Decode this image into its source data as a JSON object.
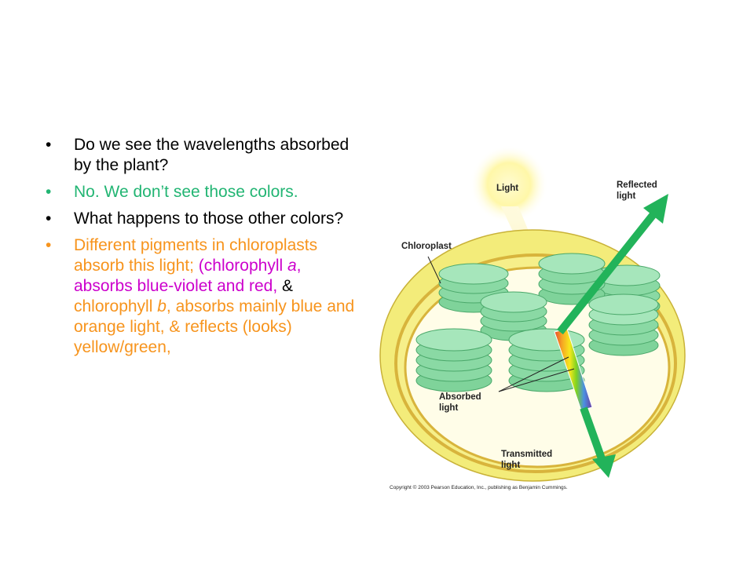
{
  "bullets": [
    {
      "color": "#000000",
      "dot": "•",
      "segments": [
        {
          "text": "Do we see the wavelengths absorbed by the plant?"
        }
      ]
    },
    {
      "color": "#22b573",
      "dot": "•",
      "segments": [
        {
          "text": "No.  We don’t see those colors."
        }
      ]
    },
    {
      "color": "#000000",
      "dot": "•",
      "segments": [
        {
          "text": "What happens to those other colors?"
        }
      ]
    },
    {
      "color": "#f7941d",
      "dot": "•",
      "segments": [
        {
          "text": "Different pigments in chloroplasts absorb this light; "
        },
        {
          "text": "(chlorophyll ",
          "color": "#cc00cc"
        },
        {
          "text": "a",
          "color": "#cc00cc",
          "italic": true
        },
        {
          "text": ", absorbs blue-violet and red, ",
          "color": "#cc00cc"
        },
        {
          "text": "& ",
          "color": "#000000"
        },
        {
          "text": "chlorophyll "
        },
        {
          "text": "b",
          "italic": true
        },
        {
          "text": ", absorbs mainly blue and orange light, & reflects (looks) yellow/green,"
        }
      ]
    }
  ],
  "diagram": {
    "labels": {
      "light": "Light",
      "reflected_1": "Reflected",
      "reflected_2": "light",
      "chloroplast": "Chloroplast",
      "absorbed_1": "Absorbed",
      "absorbed_2": "light",
      "transmitted_1": "Transmitted",
      "transmitted_2": "light"
    },
    "copyright": "Copyright © 2003 Pearson Education, Inc., publishing as Benjamin Cummings.",
    "colors": {
      "envelope": "#f3ec7a",
      "membrane": "#d8b43c",
      "stroma": "#fffde8",
      "granum": "#7fd39a",
      "arrow": "#22b35a",
      "sun": "#fff7a8"
    }
  }
}
